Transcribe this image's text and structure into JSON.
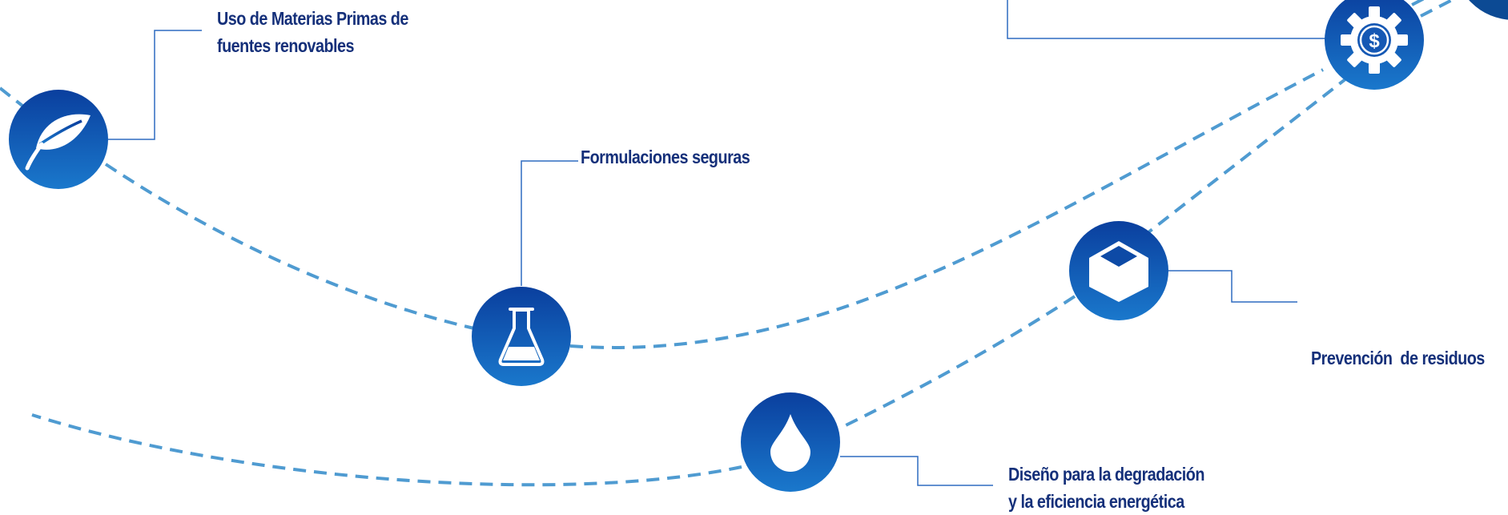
{
  "diagram": {
    "colors": {
      "circle_top": "#0a3f9e",
      "circle_bottom": "#1a78cc",
      "dashed_path": "#4f9bd1",
      "connector": "#2f6cc0",
      "label_text": "#15307a",
      "icon_fill": "#ffffff"
    },
    "nodes": [
      {
        "id": "materias-primas",
        "icon": "leaf-icon",
        "label_lines": [
          "Uso de Materias Primas de",
          "fuentes renovables"
        ]
      },
      {
        "id": "formulaciones",
        "icon": "flask-icon",
        "label_lines": [
          "Formulaciones seguras"
        ]
      },
      {
        "id": "degradacion",
        "icon": "water-drop-icon",
        "label_lines": [
          "Diseño para la degradación",
          "y la eficiencia energética"
        ]
      },
      {
        "id": "residuos",
        "icon": "cube-icon",
        "label_lines": [
          "Prevención  de residuos"
        ]
      },
      {
        "id": "economia",
        "icon": "gear-dollar-icon",
        "label_lines": []
      }
    ]
  }
}
